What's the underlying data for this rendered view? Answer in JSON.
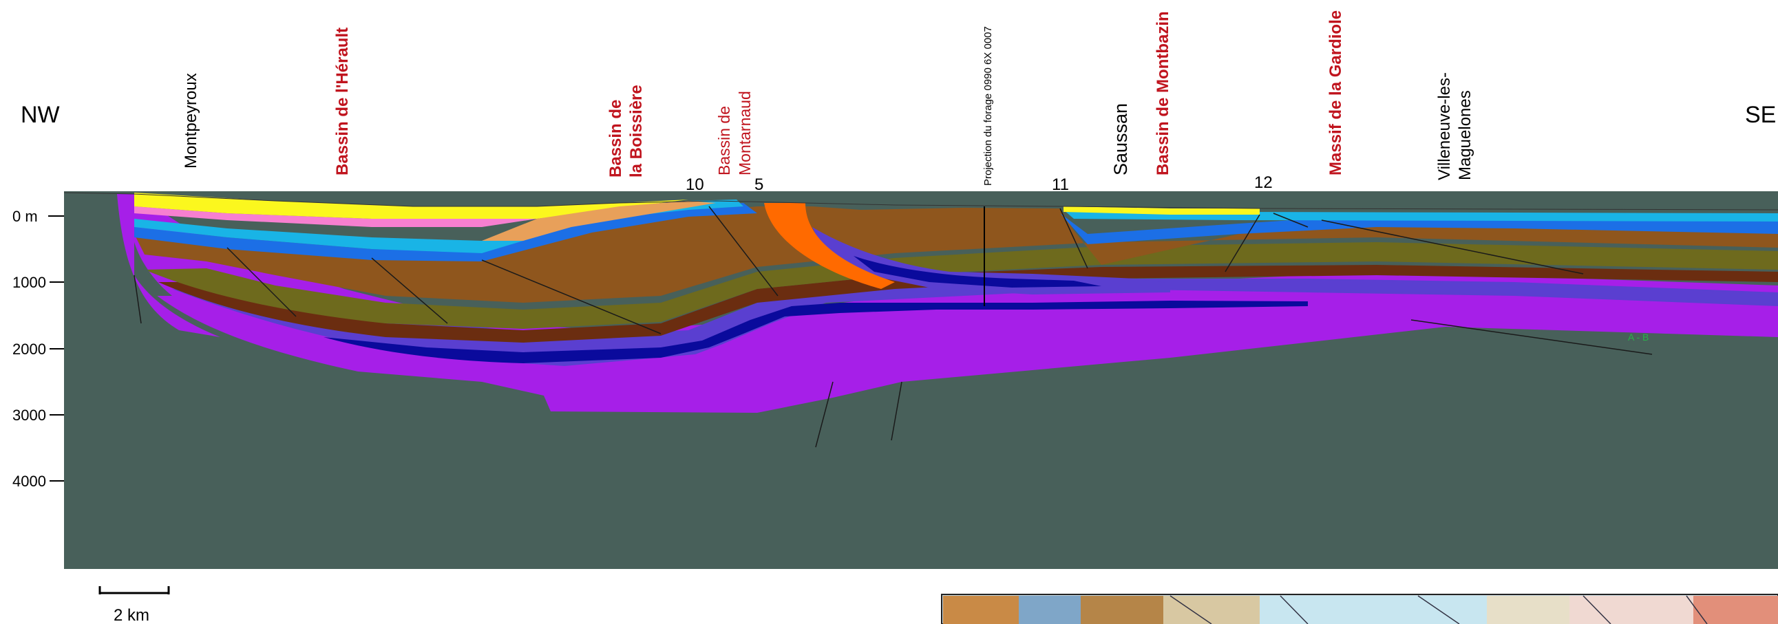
{
  "orientation": {
    "left": "NW",
    "right": "SE"
  },
  "depth_axis": {
    "unit_label": "0 m",
    "ticks": [
      "1000",
      "2000",
      "3000",
      "4000"
    ]
  },
  "scale_bar": {
    "label": "2 km"
  },
  "top_labels": {
    "montpeyroux": "Montpeyroux",
    "bassin_herault": "Bassin de l'Hérault",
    "bassin_boissiere_1": "Bassin de",
    "bassin_boissiere_2": "la Boissière",
    "bassin_montarnaud_1": "Bassin de",
    "bassin_montarnaud_2": "Montarnaud",
    "forage": "Projection du forage 0990 6X 0007",
    "saussan": "Saussan",
    "bassin_montbazin": "Bassin de Montbazin",
    "massif_gardiole": "Massif de la Gardiole",
    "villeneuve_1": "Villeneuve-les-",
    "villeneuve_2": "Maguelones"
  },
  "fault_numbers": {
    "n10": "10",
    "n5": "5",
    "n11": "11",
    "n12": "12"
  },
  "section_marker": "A - B",
  "colors": {
    "basement": "#48605a",
    "violet": "#a61fe8",
    "blue_violet": "#5a3fd0",
    "navy": "#0a0a9c",
    "dark_brown": "#6b2d10",
    "olive": "#6e6a1d",
    "brown": "#8f561d",
    "blue": "#1c6fe6",
    "cyan": "#19b4e6",
    "pink": "#f77fd0",
    "yellow": "#fbf71e",
    "tan": "#e8a05a",
    "orange": "#ff6a00",
    "red_label": "#c0141e"
  }
}
